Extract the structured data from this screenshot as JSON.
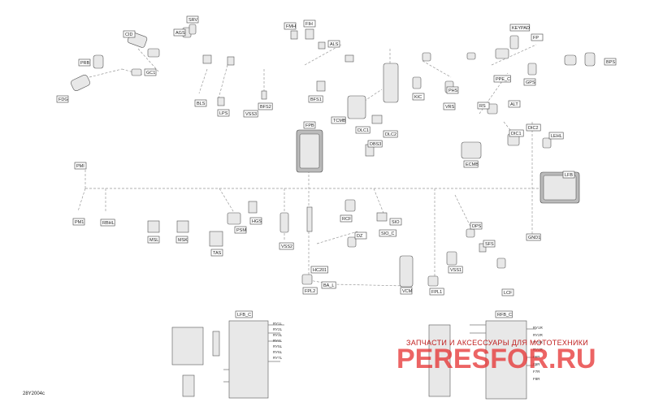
{
  "diagram": {
    "code": "28Y2004c",
    "labels": [
      "CID",
      "AGS",
      "SRV",
      "FMH",
      "FIH",
      "ALS",
      "KEYPAD",
      "PRB",
      "GC1",
      "FP",
      "FDG",
      "BLS",
      "LPS",
      "VSS3",
      "BFS2",
      "BPS",
      "BFS1",
      "PPE_C",
      "GPS",
      "TCMB",
      "DLC1",
      "DLC2",
      "KIC",
      "RS",
      "ALT",
      "VRS",
      "PHS",
      "FPB",
      "DBS3",
      "DIC1",
      "DIC2",
      "LEHL",
      "ECMB",
      "PMI",
      "LFB",
      "PM1",
      "RBHL",
      "MSL",
      "MSK",
      "PSM",
      "HGS",
      "VSS2",
      "TAS",
      "RCF",
      "SIO",
      "DZ",
      "SIO_C",
      "DPS",
      "SFS",
      "GND1",
      "HC201",
      "BA_L",
      "FPL2",
      "VCM",
      "FPL1",
      "LCF",
      "VSS1"
    ],
    "details": [
      {
        "title": "LFB_C",
        "pins": [
          "RY1L",
          "RY2L",
          "RY3L",
          "RY4L",
          "RY5L",
          "RY6L",
          "RY7L"
        ]
      },
      {
        "title": "RFB_C",
        "pins": [
          "RY1R",
          "RY2R",
          "RY3R",
          "RY4R",
          "F5R",
          "F6R",
          "F7R",
          "F8R"
        ]
      }
    ]
  },
  "watermark": {
    "top": "ЗАПЧАСТИ И АКСЕССУАРЫ ДЛЯ МОТОТЕХНИКИ",
    "brand": "PERESFOR.RU"
  }
}
